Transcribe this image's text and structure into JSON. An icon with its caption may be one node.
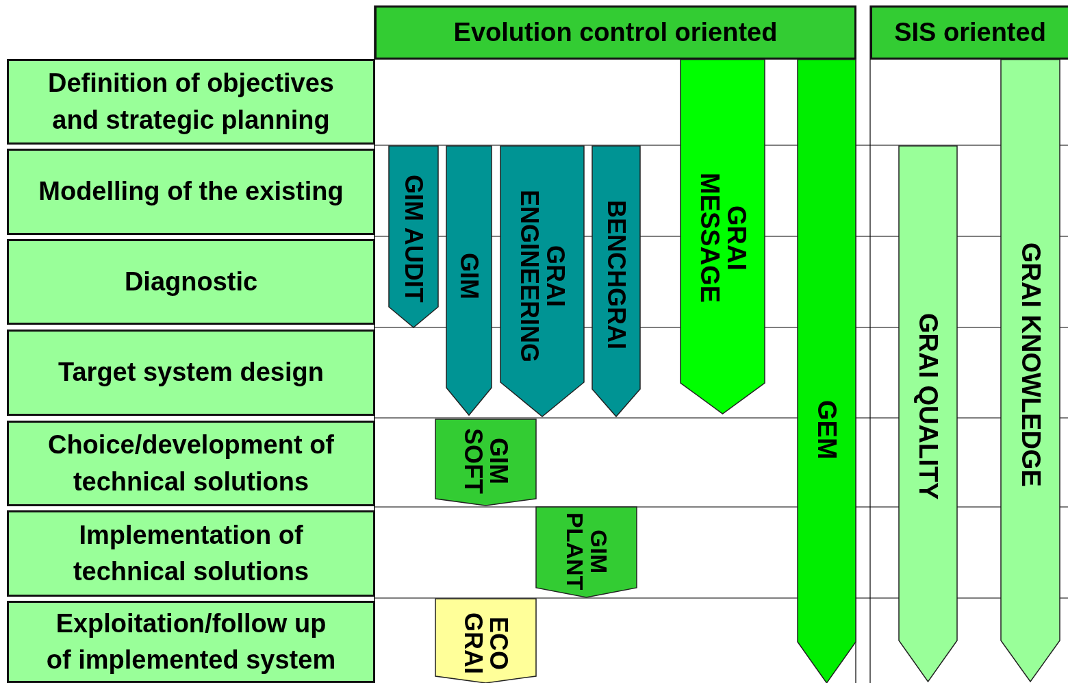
{
  "diagram": {
    "nodes": [
      {
        "text": [
          "Evolution control oriented"
        ]
      },
      {
        "text": [
          "SIS oriented"
        ]
      },
      {
        "text": [
          "Definition of objectives and strategic planning"
        ]
      },
      {
        "text": [
          "Modelling of the existing"
        ]
      },
      {
        "text": [
          "Diagnostic"
        ]
      },
      {
        "text": [
          "Target system design"
        ]
      },
      {
        "text": [
          "Choice/development of technical solutions"
        ]
      },
      {
        "text": [
          "Implementation of technical solutions"
        ]
      },
      {
        "text": [
          "Exploitation/follow up of implemented system"
        ]
      },
      {
        "text": [
          "GRAI MESSAGE"
        ]
      },
      {
        "text": [
          "GEM"
        ]
      },
      {
        "text": [
          "GRAI KNOWLEDGE"
        ]
      },
      {
        "text": [
          "GIM AUDIT"
        ]
      },
      {
        "text": [
          "GIM"
        ]
      },
      {
        "text": [
          "GRAI ENGINEERING"
        ]
      },
      {
        "text": [
          "BENCHGRAI"
        ]
      },
      {
        "text": [
          "GRAI QUALITY"
        ]
      },
      {
        "text": [
          "GIM SOFT"
        ]
      },
      {
        "text": [
          "GIM PLANT"
        ]
      },
      {
        "text": [
          "ECO GRAI"
        ]
      }
    ],
    "edges": []
  }
}
